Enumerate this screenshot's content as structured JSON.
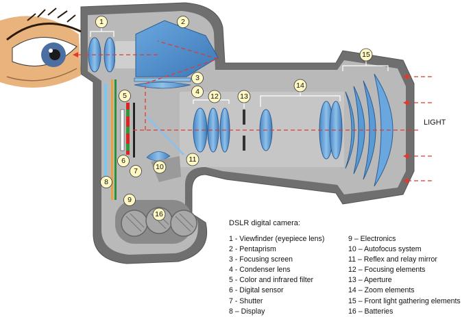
{
  "diagram": {
    "light_label": "LIGHT",
    "callout_numbers": [
      "1",
      "2",
      "3",
      "4",
      "5",
      "6",
      "7",
      "8",
      "9",
      "10",
      "11",
      "12",
      "13",
      "14",
      "15",
      "16"
    ]
  },
  "legend": {
    "title": "DSLR digital camera:",
    "left": [
      "1 - Viewfinder (eyepiece lens)",
      "2 - Pentaprism",
      "3 - Focusing screen",
      "4 - Condenser lens",
      "5 - Color and infrared filter",
      "6 - Digital sensor",
      "7 - Shutter",
      "8 – Display"
    ],
    "right": [
      "9 – Electronics",
      "10 – Autofocus system",
      "11 – Reflex and relay mirror",
      "12 – Focusing elements",
      "13 – Aperture",
      "14 – Zoom elements",
      "15 – Front light gathering elements",
      "16 – Batteries"
    ]
  },
  "colors": {
    "body_dark": "#6f6f6f",
    "body_light": "#b9b9b9",
    "glass": "#5b9bd5",
    "glass_light": "#8ec1ea",
    "light_ray": "#e03a2f",
    "callout_fill": "#fff7c4"
  }
}
